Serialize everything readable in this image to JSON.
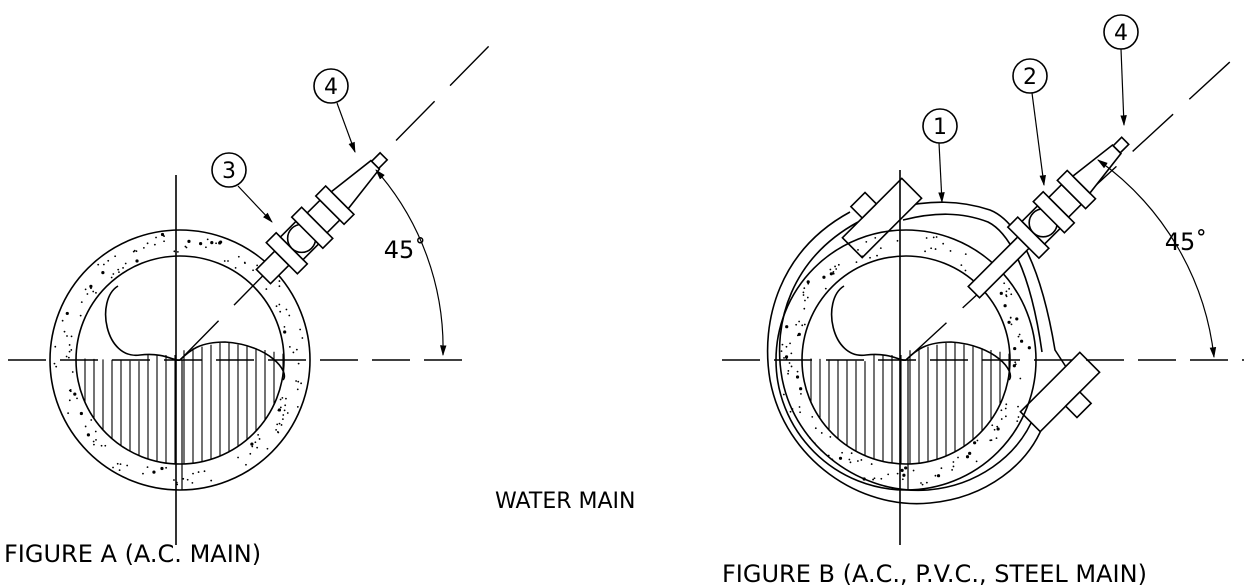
{
  "figure_a": {
    "caption": "FIGURE A (A.C. MAIN)",
    "angle_label": "45˚",
    "callouts": [
      "3",
      "4"
    ]
  },
  "figure_b": {
    "caption": "FIGURE B (A.C., P.V.C., STEEL MAIN)",
    "angle_label": "45˚",
    "callouts": [
      "1",
      "2",
      "4"
    ]
  },
  "center_label": "WATER MAIN"
}
